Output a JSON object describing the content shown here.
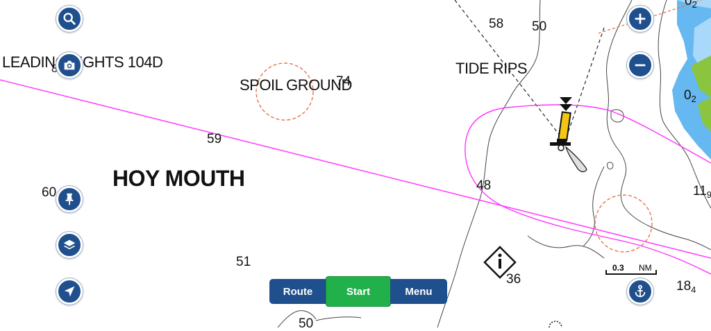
{
  "map": {
    "place_name": "HOY MOUTH",
    "features": {
      "leading_lights": "LEADING LIGHTS 104D",
      "spoil_ground": "SPOIL GROUND",
      "tide_rips": "TIDE RIPS"
    },
    "depths": {
      "d58": "58",
      "d50_top": "50",
      "d74": "74",
      "d59": "59",
      "d48": "48",
      "d60": "60",
      "d51": "51",
      "d36": "36",
      "d50_bottom": "50",
      "d8": "8",
      "d02_top_main": "0",
      "d02_top_sub": "2",
      "d02_right_main": "0",
      "d02_right_sub": "2",
      "d11_main": "11",
      "d11_sub": "9",
      "d18_main": "18",
      "d18_sub": "4"
    },
    "colors": {
      "route_line": "#ff33ff",
      "spoil_ground_circle": "#e8734a",
      "buoy": "#f2c615",
      "shallow_water": "#66b8f0",
      "very_shallow_water": "#a8d8fa",
      "drying_area": "#8bc53f",
      "button_blue": "#1f4f8c",
      "start_green": "#22b04a"
    }
  },
  "controls": {
    "search_icon": "search-icon",
    "camera_icon": "camera-icon",
    "pin_icon": "pin-icon",
    "layers_icon": "layers-icon",
    "navigate_icon": "navigation-arrow-icon",
    "zoom_in_icon": "plus-icon",
    "zoom_out_icon": "minus-icon",
    "anchor_icon": "anchor-icon"
  },
  "bottom_bar": {
    "route_label": "Route",
    "start_label": "Start",
    "menu_label": "Menu"
  },
  "scale_bar": {
    "value": "0.3",
    "unit": "NM"
  }
}
